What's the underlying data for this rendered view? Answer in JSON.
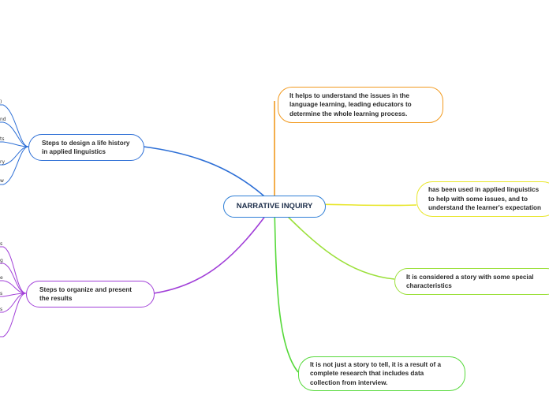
{
  "center": {
    "label": "NARRATIVE INQUIRY"
  },
  "branches": {
    "helps": {
      "text": "It helps to understand the issues in the\nlanguage learning, leading educators to\ndetermine the whole learning process.",
      "color": "#f29a1f"
    },
    "applied": {
      "text": "has been used in applied linguistics\nto help with some issues, and to\nunderstand the learner's expectation",
      "color": "#e8e62a"
    },
    "story": {
      "text": "It is considered a story with some special\ncharacteristics",
      "color": "#9be03a"
    },
    "research": {
      "text": "It is not just a story to tell, it is a result of a\ncomplete research that includes data\ncollection from interview.",
      "color": "#56d93a"
    },
    "design": {
      "text": "Steps to design  a life history\n in applied linguistics",
      "color": "#2d6fd6"
    },
    "organize": {
      "text": "Steps to organize and present\nthe results",
      "color": "#a13fd8"
    }
  },
  "design_fragments": [
    ")",
    "nd",
    "ts",
    "ry",
    "w"
  ],
  "organize_fragments": [
    "s",
    "g",
    "e",
    "s",
    "s"
  ]
}
